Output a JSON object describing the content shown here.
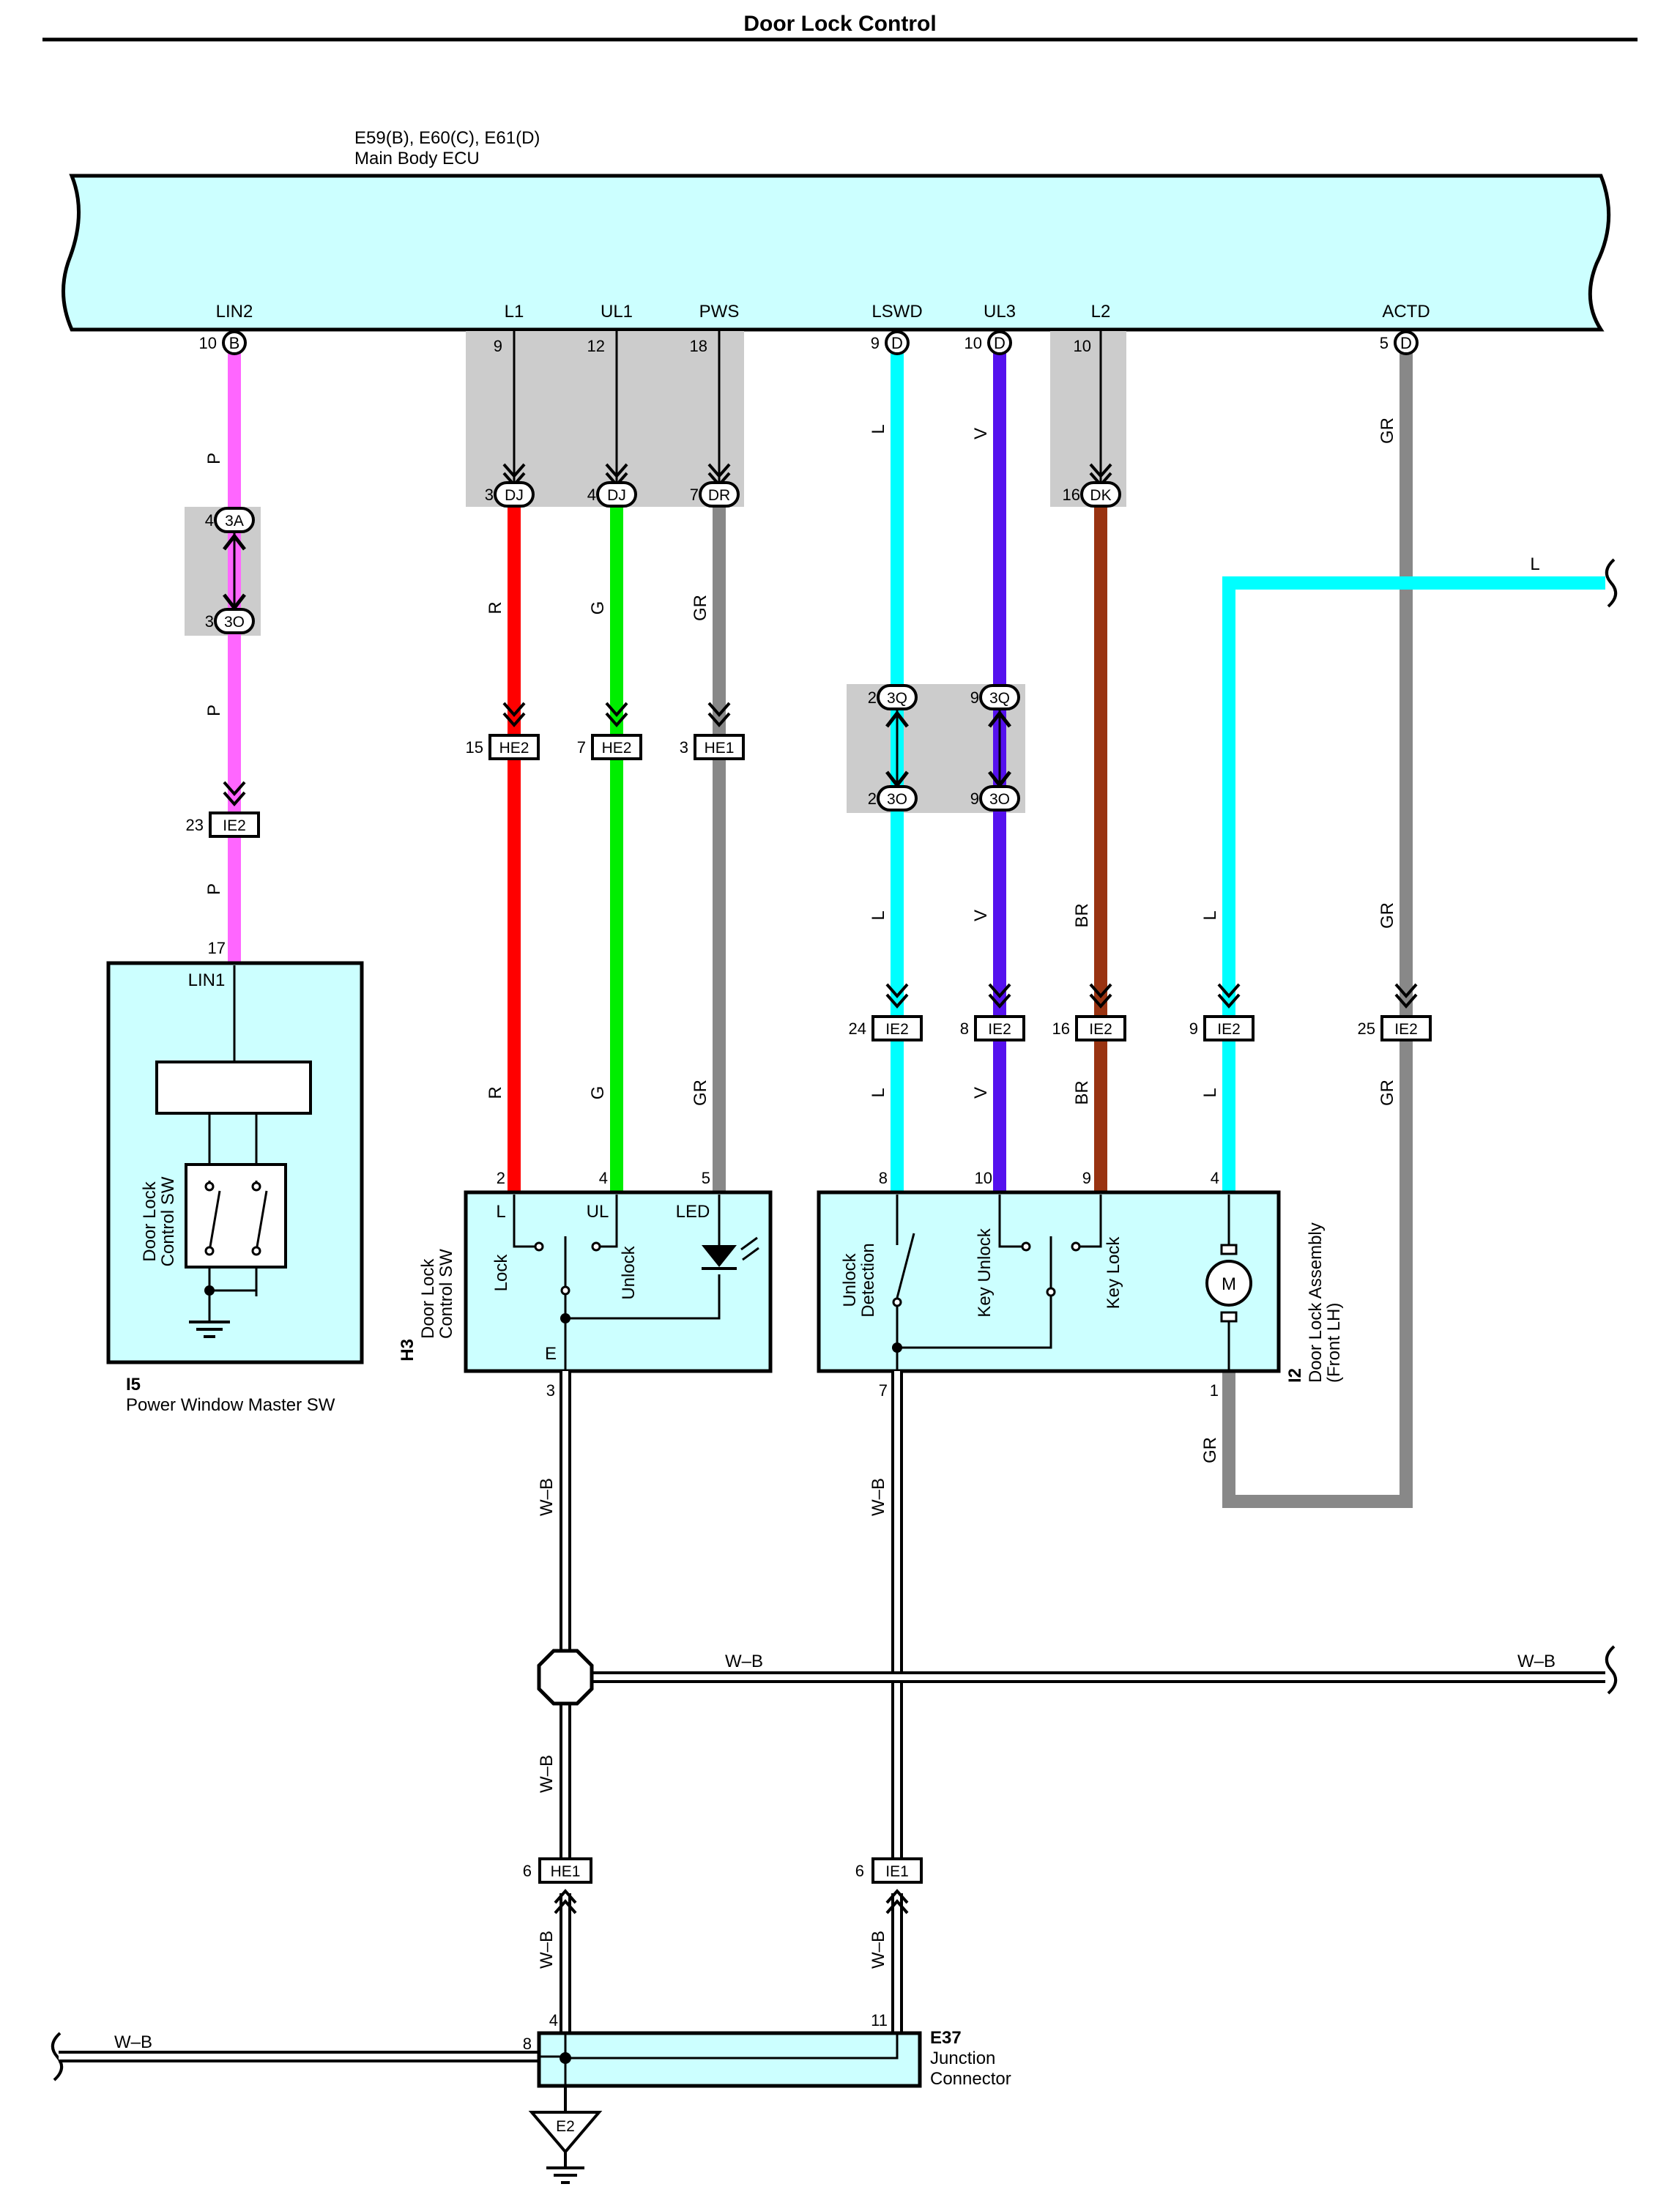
{
  "title": "Door Lock Control",
  "ecu": {
    "code": "E59(B), E60(C), E61(D)",
    "name": "Main Body ECU",
    "terminals": [
      {
        "name": "LIN2",
        "pin": "10",
        "connector": "B"
      },
      {
        "name": "L1",
        "pin": "9"
      },
      {
        "name": "UL1",
        "pin": "12"
      },
      {
        "name": "PWS",
        "pin": "18"
      },
      {
        "name": "LSWD",
        "pin": "9",
        "connector": "D"
      },
      {
        "name": "UL3",
        "pin": "10",
        "connector": "D"
      },
      {
        "name": "L2",
        "pin": "10"
      },
      {
        "name": "ACTD",
        "pin": "5",
        "connector": "D"
      }
    ]
  },
  "ovals": [
    {
      "pin": "4",
      "code": "3A"
    },
    {
      "pin": "3",
      "code": "3O"
    },
    {
      "pin": "3",
      "code": "DJ"
    },
    {
      "pin": "4",
      "code": "DJ"
    },
    {
      "pin": "7",
      "code": "DR"
    },
    {
      "pin": "2",
      "code": "3Q"
    },
    {
      "pin": "2",
      "code": "3O"
    },
    {
      "pin": "9",
      "code": "3Q"
    },
    {
      "pin": "9",
      "code": "3O"
    },
    {
      "pin": "16",
      "code": "DK"
    }
  ],
  "connectors": [
    {
      "pin": "23",
      "code": "IE2"
    },
    {
      "pin": "15",
      "code": "HE2"
    },
    {
      "pin": "7",
      "code": "HE2"
    },
    {
      "pin": "3",
      "code": "HE1"
    },
    {
      "pin": "24",
      "code": "IE2"
    },
    {
      "pin": "8",
      "code": "IE2"
    },
    {
      "pin": "16",
      "code": "IE2"
    },
    {
      "pin": "9",
      "code": "IE2"
    },
    {
      "pin": "25",
      "code": "IE2"
    },
    {
      "pin": "6",
      "code": "HE1"
    },
    {
      "pin": "6",
      "code": "IE1"
    }
  ],
  "wire_colors": {
    "P": "P",
    "R": "R",
    "G": "G",
    "GR": "GR",
    "L": "L",
    "V": "V",
    "BR": "BR",
    "WB": "W–B"
  },
  "colors": {
    "pink": "#ff66ff",
    "red": "#ff0000",
    "green": "#00ee00",
    "gray": "#888888",
    "cyan": "#00ffff",
    "violet": "#5511ee",
    "brown": "#993311",
    "box_fill": "#ccffff",
    "shade": "#cccccc"
  },
  "components": {
    "i5": {
      "code": "I5",
      "name": "Power Window Master SW",
      "pin_top": "17",
      "term": "LIN1",
      "switch_label_1": "Door Lock",
      "switch_label_2": "Control SW"
    },
    "h3": {
      "code": "H3",
      "name_1": "Door Lock",
      "name_2": "Control SW",
      "pins": [
        "2",
        "4",
        "5",
        "3"
      ],
      "terms": [
        "L",
        "UL",
        "LED",
        "E"
      ],
      "lock": "Lock",
      "unlock": "Unlock"
    },
    "i2": {
      "code": "I2",
      "name_1": "Door Lock Assembly",
      "name_2": "(Front LH)",
      "pins": [
        "8",
        "10",
        "9",
        "4",
        "7",
        "1"
      ],
      "unlock_det_1": "Unlock",
      "unlock_det_2": "Detection",
      "key_unlock": "Key Unlock",
      "key_lock": "Key Lock",
      "motor": "M"
    },
    "e37": {
      "code": "E37",
      "name_1": "Junction",
      "name_2": "Connector",
      "pin_left": "8",
      "pin_a": "4",
      "pin_b": "11"
    },
    "ground": {
      "code": "E2"
    }
  }
}
